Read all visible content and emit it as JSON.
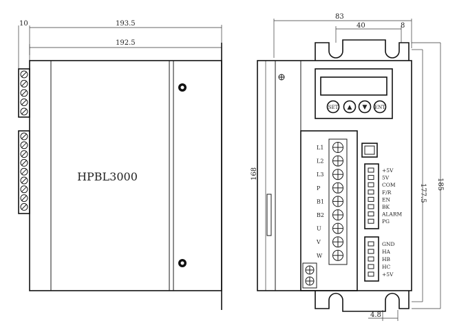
{
  "diagram": {
    "model_label": "HPBL3000",
    "dimensions": {
      "side_small_offset": "10",
      "side_total_length": "193.5",
      "side_body_length": "192.5",
      "front_total_width": "83",
      "front_connector_width": "40",
      "front_flange_offset": "8",
      "front_body_height": "168",
      "front_mount_pitch": "177.5",
      "front_total_height": "185",
      "bottom_slot_width": "4.8"
    },
    "keypad_buttons": [
      "SET",
      "▲",
      "▼",
      "ENT"
    ],
    "power_terminals": [
      "L1",
      "L2",
      "L3",
      "P",
      "B1",
      "B2",
      "U",
      "V",
      "W"
    ],
    "signal_terminals": [
      "+5V",
      "5V",
      "COM",
      "F/R",
      "EN",
      "BK",
      "ALARM",
      "PG"
    ],
    "hall_terminals": [
      "GND",
      "HA",
      "HB",
      "HC",
      "+5V"
    ]
  }
}
